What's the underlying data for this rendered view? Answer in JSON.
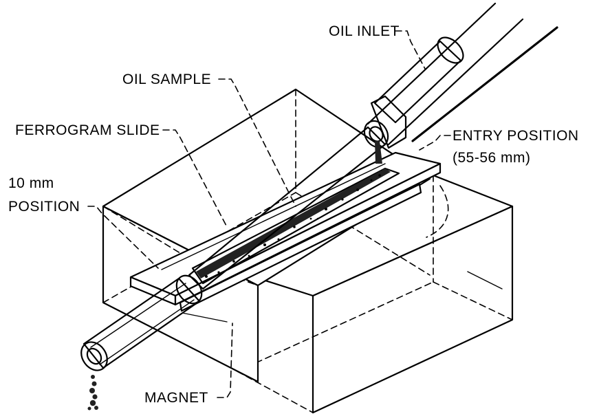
{
  "labels": {
    "oil_inlet": "OIL INLET",
    "oil_sample": "OIL SAMPLE",
    "ferrogram_slide": "FERROGRAM SLIDE",
    "entry_position_line1": "ENTRY POSITION",
    "entry_position_line2": "(55-56 mm)",
    "ten_mm_line1": "10 mm",
    "ten_mm_line2": "POSITION",
    "magnet": "MAGNET"
  }
}
